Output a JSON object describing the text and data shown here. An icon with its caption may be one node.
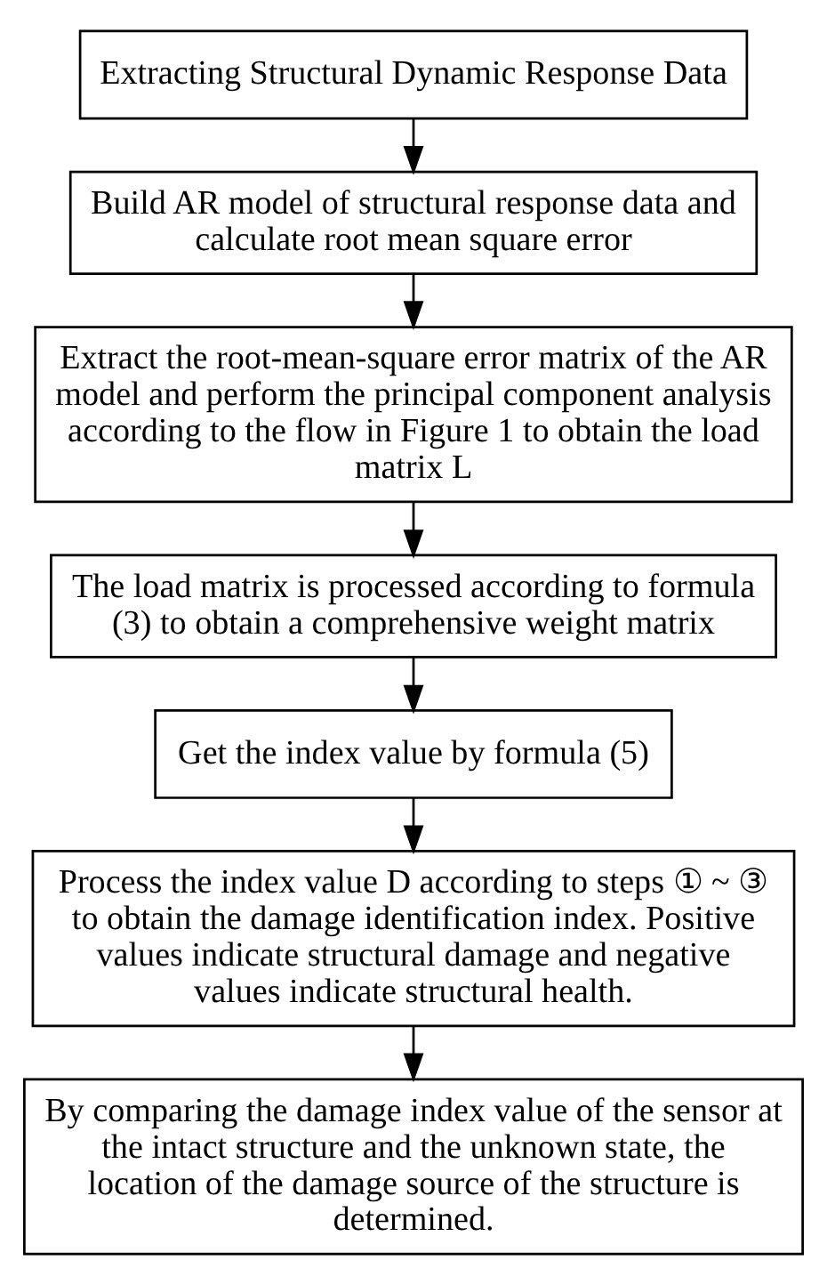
{
  "diagram": {
    "nodes": [
      {
        "text": [
          "Extracting Structural Dynamic Response Data"
        ]
      },
      {
        "text": [
          "Build AR model of structural response data and calculate root mean square error"
        ]
      },
      {
        "text": [
          "Extract the root-mean-square error matrix of the AR model and perform the principal component analysis according to the flow in Figure 1 to obtain the load matrix L"
        ]
      },
      {
        "text": [
          "The load matrix is processed according to formula (3) to obtain a comprehensive weight matrix"
        ]
      },
      {
        "text": [
          "Get the index value by formula (5)"
        ]
      },
      {
        "text": [
          "Process the index value D according to steps ① ~ ③ to obtain the damage identification index. Positive values indicate structural damage and negative values indicate structural health."
        ]
      },
      {
        "text": [
          "By comparing the damage index value of the sensor at the intact structure and the unknown state, the location of the damage source of the structure is determined."
        ]
      }
    ],
    "edges": [
      {
        "from": 0,
        "to": 1,
        "arrow": "to"
      },
      {
        "from": 1,
        "to": 2,
        "arrow": "to"
      },
      {
        "from": 2,
        "to": 3,
        "arrow": "to"
      },
      {
        "from": 3,
        "to": 4,
        "arrow": "to"
      },
      {
        "from": 4,
        "to": 5,
        "arrow": "to"
      },
      {
        "from": 5,
        "to": 6,
        "arrow": "to"
      }
    ]
  }
}
